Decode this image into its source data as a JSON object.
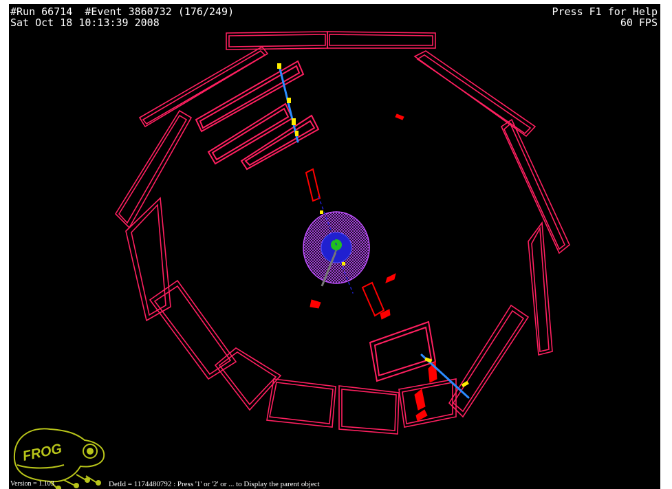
{
  "hud": {
    "run": "#Run 66714",
    "event": "#Event 3860732 (176/249)",
    "datetime": "Sat Oct 18 10:13:39 2008",
    "help": "Press F1 for Help",
    "fps": "60 FPS"
  },
  "status": {
    "detid_message": "DetId = 1174480792 : Press '1' or '2' or ... to Display the parent object",
    "version": "Version = 1.103"
  },
  "logo": {
    "text": "FROG",
    "color": "#b8c41a"
  },
  "colors": {
    "background": "#000000",
    "muon_chambers": "#ff2060",
    "hit_segments": "#ff0000",
    "tracker_outer": "#c050ff",
    "tracker_inner": "#3030ff",
    "track_blue": "#2a8cff",
    "hit_yellow": "#ffee00",
    "vertex_green": "#20c020"
  },
  "icons": {
    "logo": "frog-logo-icon"
  }
}
